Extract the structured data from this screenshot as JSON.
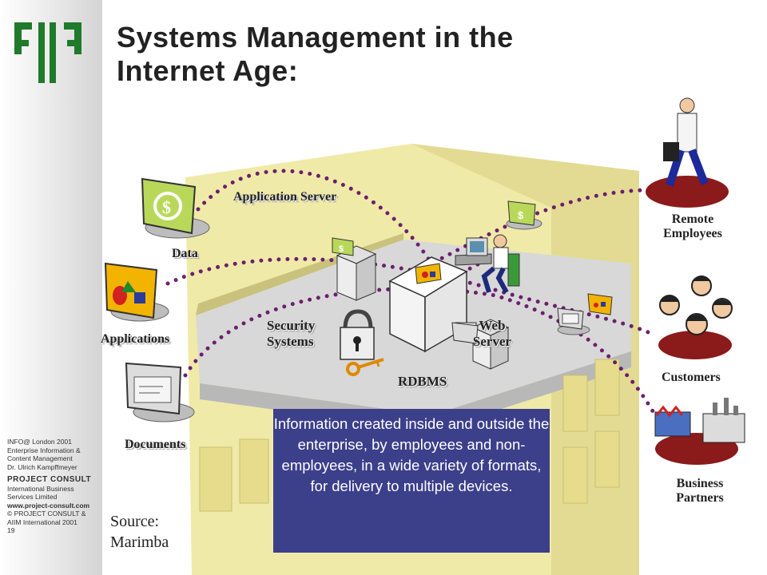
{
  "title": {
    "line1": "Systems Management in the",
    "line2": "Internet Age:"
  },
  "sidebar": {
    "line1": "INFO@ London 2001",
    "line2": "Enterprise Information &",
    "line3": "Content Management",
    "line4": "Dr. Ulrich Kampffmeyer",
    "brand": "PROJECT CONSULT",
    "line6": "International Business",
    "line7": "Services Limited",
    "url": "www.project-consult.com",
    "line9": "© PROJECT CONSULT &",
    "line10": "AIIM International 2001",
    "page": "19"
  },
  "labels": {
    "data": "Data",
    "applications": "Applications",
    "documents": "Documents",
    "application_server": "Application Server",
    "security": "Security Systems",
    "security_l1": "Security",
    "security_l2": "Systems",
    "web_l1": "Web",
    "web_l2": "Server",
    "rdbms": "RDBMS",
    "remote_l1": "Remote",
    "remote_l2": "Employees",
    "customers": "Customers",
    "business_l1": "Business",
    "business_l2": "Partners"
  },
  "caption": "Information created inside and outside the enterprise, by employees and non-employees, in a wide variety of formats, for delivery to multiple devices.",
  "source": {
    "line1": "Source:",
    "line2": "Marimba"
  },
  "colors": {
    "logo": "#1f7a2a",
    "dots": "#6b1f6e",
    "caption_bg": "#3c3f8a",
    "building": "#efe9a6",
    "roof": "#d6d6d6"
  },
  "icons": [
    "money-screen-icon",
    "chart-screen-icon",
    "document-screen-icon",
    "padlock-icon",
    "key-icon",
    "server-tower-icon",
    "person-at-computer-icon",
    "walking-businessman-icon",
    "customer-group-icon",
    "factory-icon"
  ]
}
